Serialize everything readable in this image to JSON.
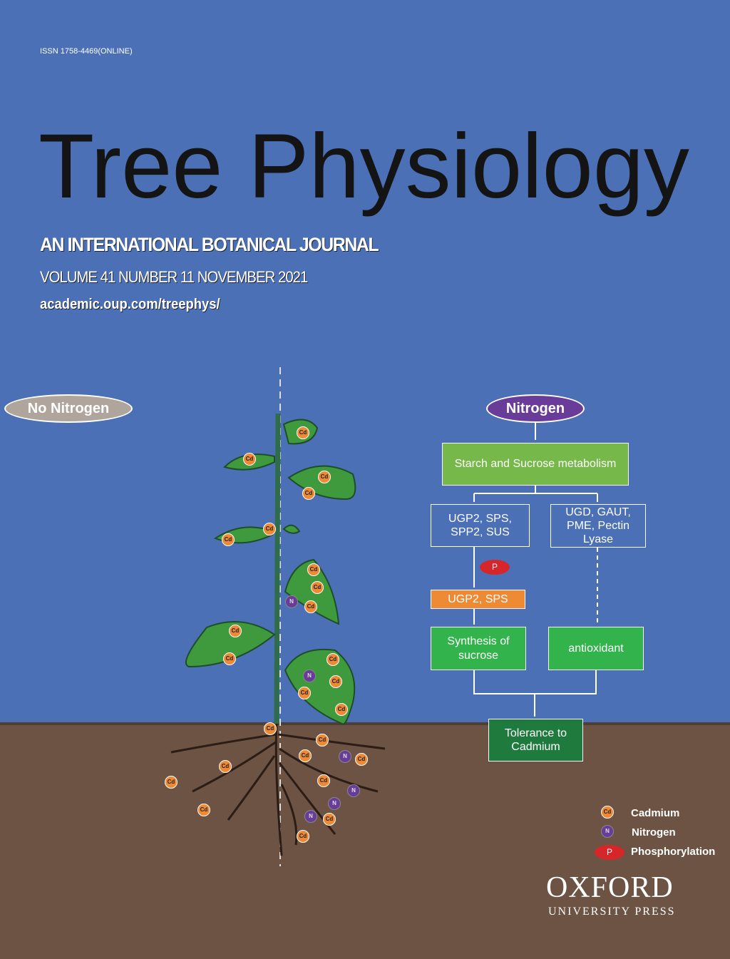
{
  "issn": "ISSN 1758-4469(ONLINE)",
  "title": "Tree Physiology",
  "subtitle": "AN INTERNATIONAL BOTANICAL JOURNAL",
  "volume": "VOLUME 41  NUMBER 11 NOVEMBER 2021",
  "url": "academic.oup.com/treephys/",
  "labels": {
    "no_nitrogen": "No Nitrogen",
    "nitrogen": "Nitrogen"
  },
  "flow": {
    "starch": "Starch and Sucrose metabolism",
    "ugp_group": "UGP2, SPS, SPP2, SUS",
    "ugd_group": "UGD, GAUT, PME, Pectin Lyase",
    "phospho": "P",
    "ugp2_sps": "UGP2, SPS",
    "synthesis": "Synthesis of sucrose",
    "antioxidant": "antioxidant",
    "tolerance": "Tolerance to Cadmium"
  },
  "markers": {
    "cd": "Cd",
    "n": "N"
  },
  "legend": {
    "cadmium": "Cadmium",
    "nitrogen": "Nitrogen",
    "phosphorylation": "Phosphorylation"
  },
  "publisher": {
    "name": "OXFORD",
    "sub": "UNIVERSITY PRESS"
  },
  "colors": {
    "sky": "#4b70b6",
    "soil": "#6c5343",
    "cadmium": "#ef8a34",
    "nitrogen": "#6a3c99",
    "phospho": "#d6262a"
  }
}
